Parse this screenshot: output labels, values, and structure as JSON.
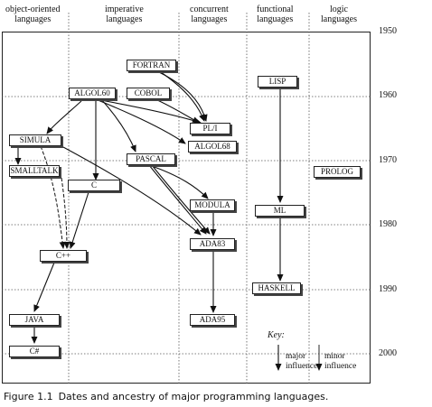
{
  "headers": [
    "object-oriented\nlanguages",
    "imperative\nlanguages",
    "concurrent\nlanguages",
    "functional\nlanguages",
    "logic\nlanguages"
  ],
  "years": [
    "1950",
    "1960",
    "1970",
    "1980",
    "1990",
    "2000"
  ],
  "languages": {
    "fortran": "FORTRAN",
    "algol60": "ALGOL60",
    "cobol": "COBOL",
    "lisp": "LISP",
    "pli": "PL/I",
    "simula": "SIMULA",
    "algol68": "ALGOL68",
    "pascal": "PASCAL",
    "smalltalk": "SMALLTALK",
    "c": "C",
    "prolog": "PROLOG",
    "modula": "MODULA",
    "ml": "ML",
    "ada83": "ADA83",
    "cpp": "C++",
    "haskell": "HASKELL",
    "java": "JAVA",
    "ada95": "ADA95",
    "csharp": "C#"
  },
  "key": {
    "title": "Key:",
    "major": "major\ninfluence",
    "minor": "minor\ninfluence"
  },
  "caption": {
    "number": "Figure 1.1",
    "text": "Dates and ancestry of major programming languages."
  }
}
